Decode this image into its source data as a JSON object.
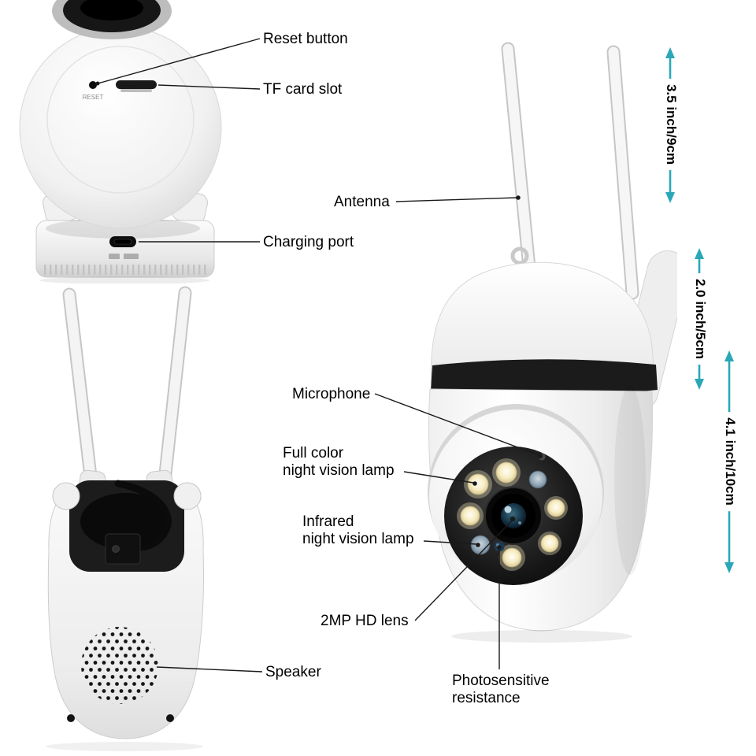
{
  "part_labels": {
    "reset_button": "Reset button",
    "tf_card_slot": "TF card slot",
    "antenna": "Antenna",
    "charging_port": "Charging port",
    "microphone": "Microphone",
    "full_color_lamp": "Full color\nnight vision lamp",
    "infrared_lamp": "Infrared\nnight vision lamp",
    "hd_lens": "2MP HD lens",
    "speaker": "Speaker",
    "photosensitive": "Photosensitive\nresistance"
  },
  "dimension_labels": {
    "antenna_length": "3.5 inch/9cm",
    "upper_section": "2.0 inch/5cm",
    "overall_height": "4.1 inch/10cm"
  },
  "device_markings": {
    "reset": "RESET"
  },
  "colors": {
    "dimension_arrow": "#2aa7b8",
    "leader_line": "#1a1a1a",
    "label_text": "#000000",
    "camera_body": "#f5f5f5",
    "dark_detail": "#1a1a1a"
  }
}
